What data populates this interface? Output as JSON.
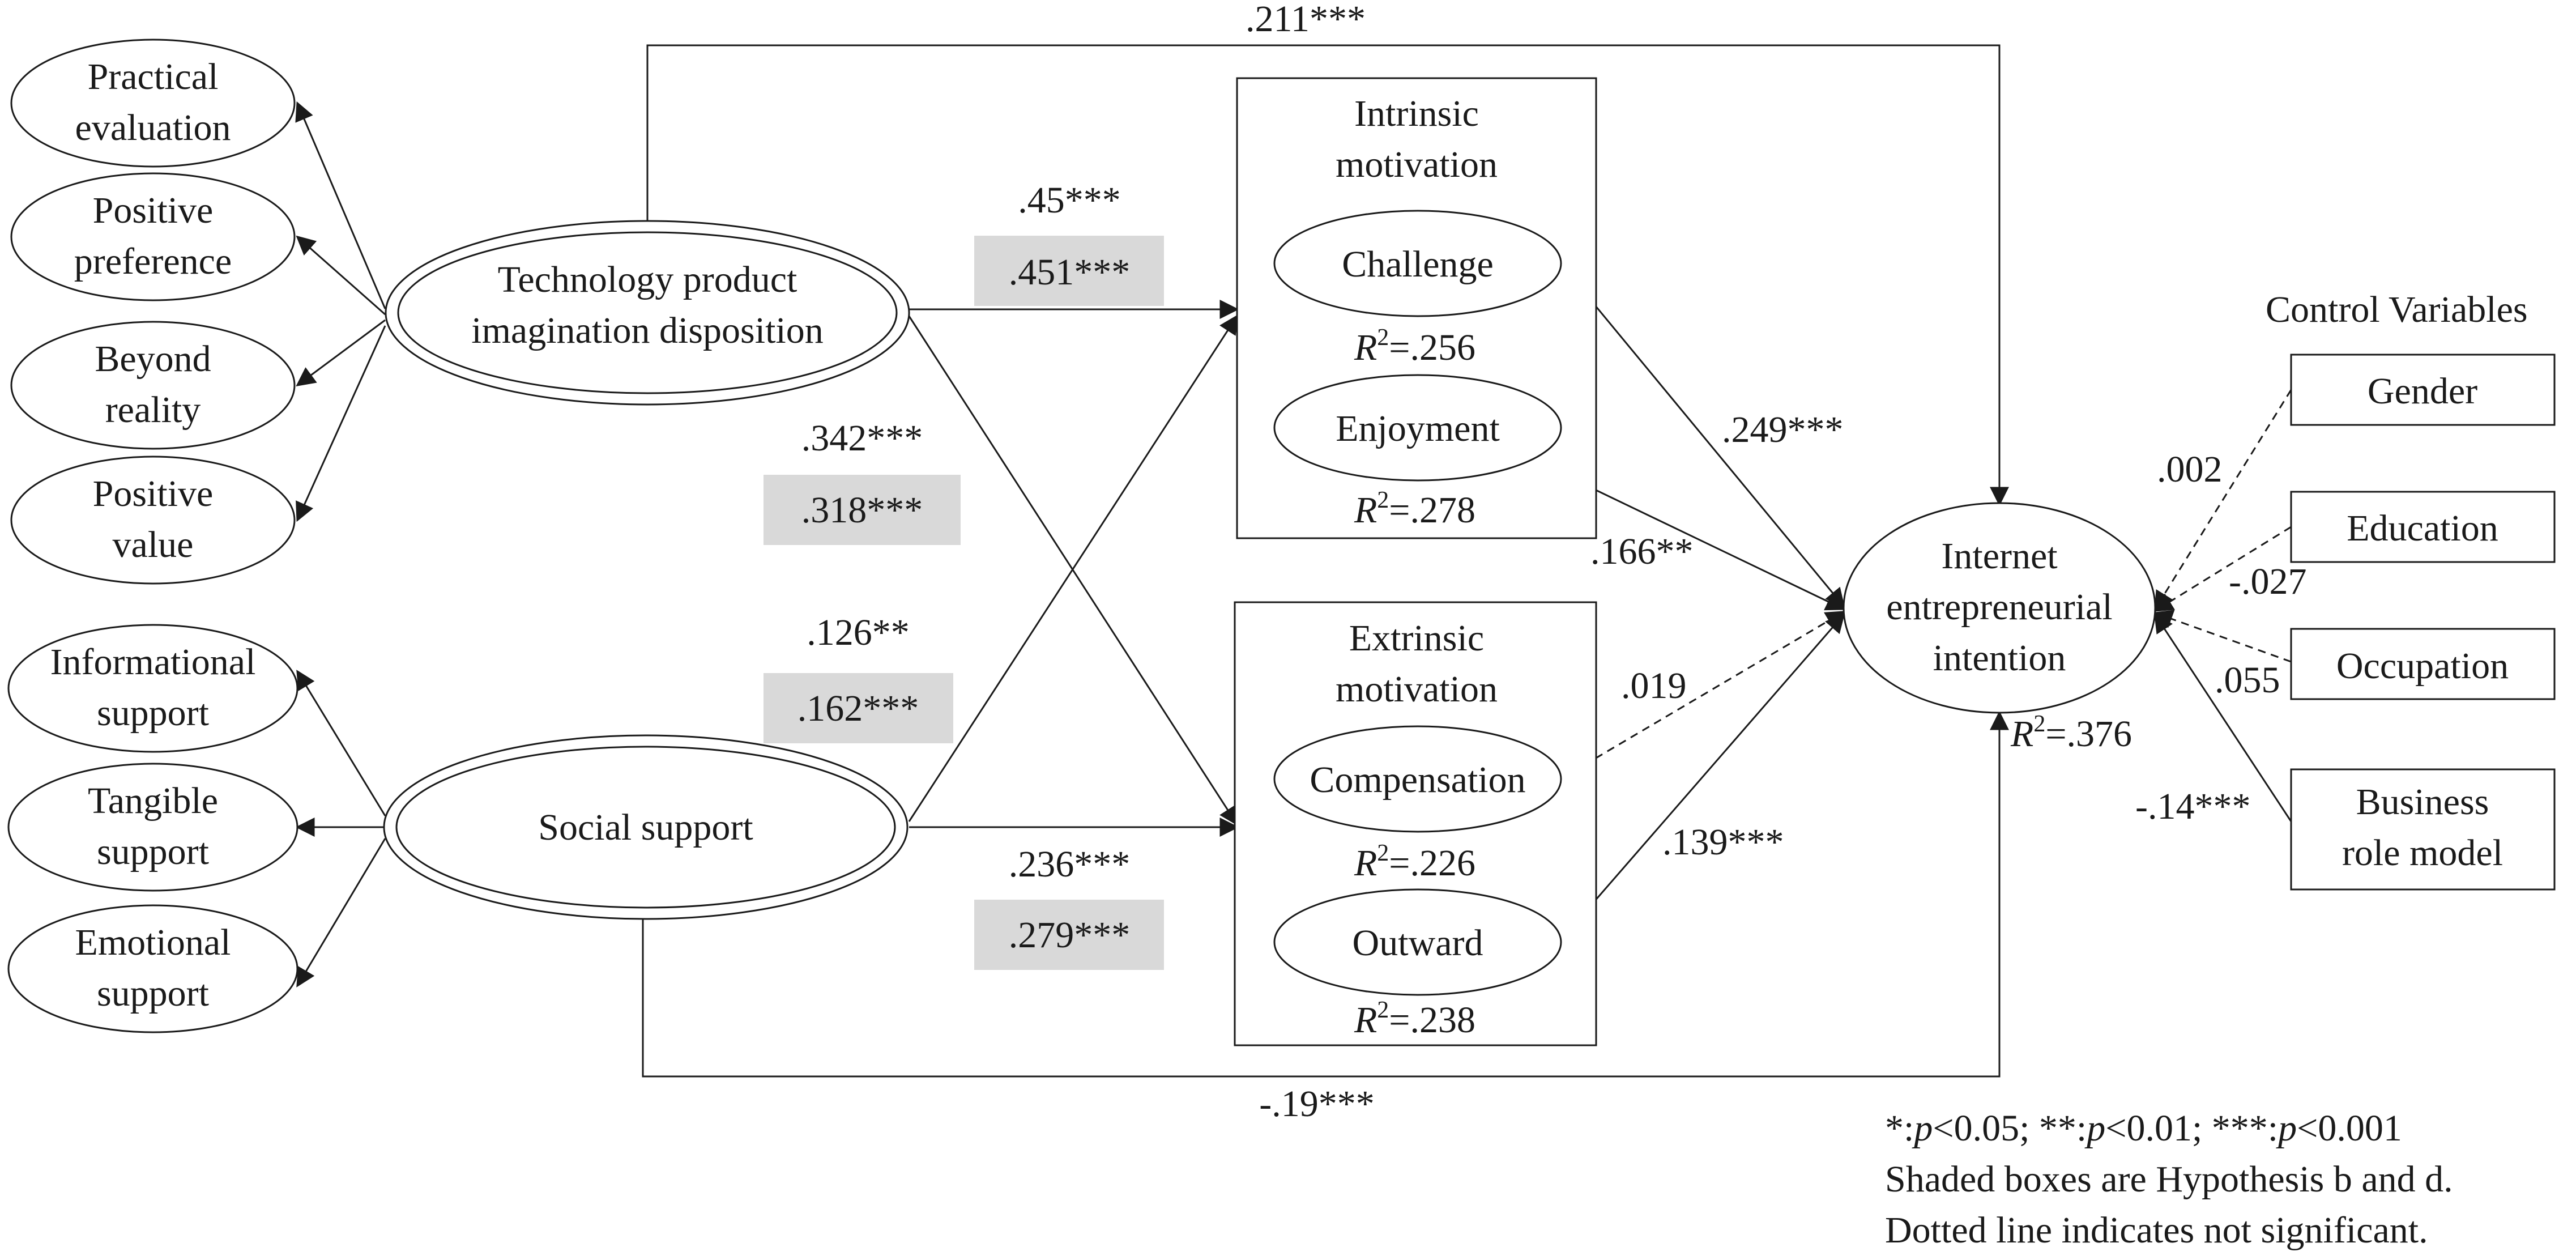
{
  "imagination": {
    "label_line1": "Technology product",
    "label_line2": "imagination disposition",
    "indicators": [
      {
        "line1": "Practical",
        "line2": "evaluation"
      },
      {
        "line1": "Positive",
        "line2": "preference"
      },
      {
        "line1": "Beyond",
        "line2": "reality"
      },
      {
        "line1": "Positive",
        "line2": "value"
      }
    ]
  },
  "social": {
    "label": "Social support",
    "indicators": [
      {
        "line1": "Informational",
        "line2": "support"
      },
      {
        "line1": "Tangible",
        "line2": "support"
      },
      {
        "line1": "Emotional",
        "line2": "support"
      }
    ]
  },
  "intrinsic": {
    "title_line1": "Intrinsic",
    "title_line2": "motivation",
    "challenge": {
      "label": "Challenge",
      "r2": "=.256"
    },
    "enjoyment": {
      "label": "Enjoyment",
      "r2": "=.278"
    }
  },
  "extrinsic": {
    "title_line1": "Extrinsic",
    "title_line2": "motivation",
    "compensation": {
      "label": "Compensation",
      "r2": "=.226"
    },
    "outward": {
      "label": "Outward",
      "r2": "=.238"
    }
  },
  "outcome": {
    "line1": "Internet",
    "line2": "entrepreneurial",
    "line3": "intention",
    "r2": "=.376"
  },
  "r2_symbol": "R",
  "r2_power": "2",
  "controls": {
    "title": "Control Variables",
    "items": [
      {
        "line1": "Gender",
        "coef": ".002"
      },
      {
        "line1": "Education",
        "coef": "-.027"
      },
      {
        "line1": "Occupation",
        "coef": ".055"
      },
      {
        "line1": "Business",
        "line2": "role model",
        "coef": "-.14***"
      }
    ]
  },
  "coefficients": {
    "imagination_to_intention": ".211***",
    "social_to_intention": "-.19***",
    "imagination_to_intrinsic": ".45***",
    "imagination_to_intrinsic_shaded": ".451***",
    "imagination_to_extrinsic": ".342***",
    "imagination_to_extrinsic_shaded": ".318***",
    "social_to_intrinsic": ".126**",
    "social_to_intrinsic_shaded": ".162***",
    "social_to_extrinsic": ".236***",
    "social_to_extrinsic_shaded": ".279***",
    "challenge_to_intention": ".249***",
    "enjoyment_to_intention": ".166**",
    "compensation_to_intention": ".019",
    "outward_to_intention": ".139***"
  },
  "notes": {
    "line1_parts": [
      "*:",
      "p",
      "<0.05; **:",
      "p",
      "<0.01; ***:",
      "p",
      "<0.001"
    ],
    "line2": "Shaded boxes are Hypothesis b and d.",
    "line3": "Dotted line indicates not significant."
  }
}
